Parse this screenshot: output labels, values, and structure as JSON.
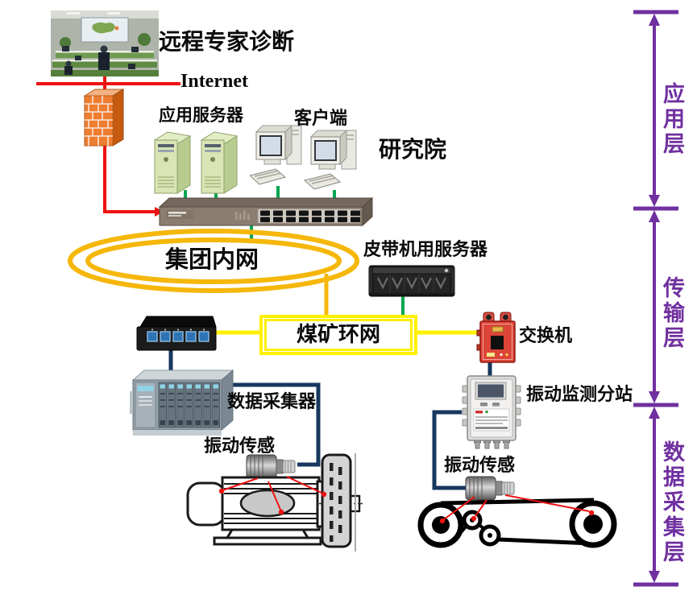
{
  "labels": {
    "remote_diagnosis": "远程专家诊断",
    "internet": "Internet",
    "app_server": "应用服务器",
    "client": "客户端",
    "institute": "研究院",
    "group_intranet": "集团内网",
    "belt_server": "皮带机用服务器",
    "mine_ring": "煤矿环网",
    "switch": "交换机",
    "data_collector": "数据采集器",
    "vib_station": "振动监测分站",
    "vib_sensor_left": "振动传感",
    "vib_sensor_right": "振动传感"
  },
  "layers": [
    {
      "label": "应用层"
    },
    {
      "label": "传输层"
    },
    {
      "label": "数据采集层"
    }
  ],
  "colors": {
    "c-red": "#EE1111",
    "c-green": "#00A651",
    "c-gold": "#F5B70A",
    "c-yellow": "#FFF100",
    "c-navy": "#17375E",
    "c-purple": "#7030A0"
  }
}
